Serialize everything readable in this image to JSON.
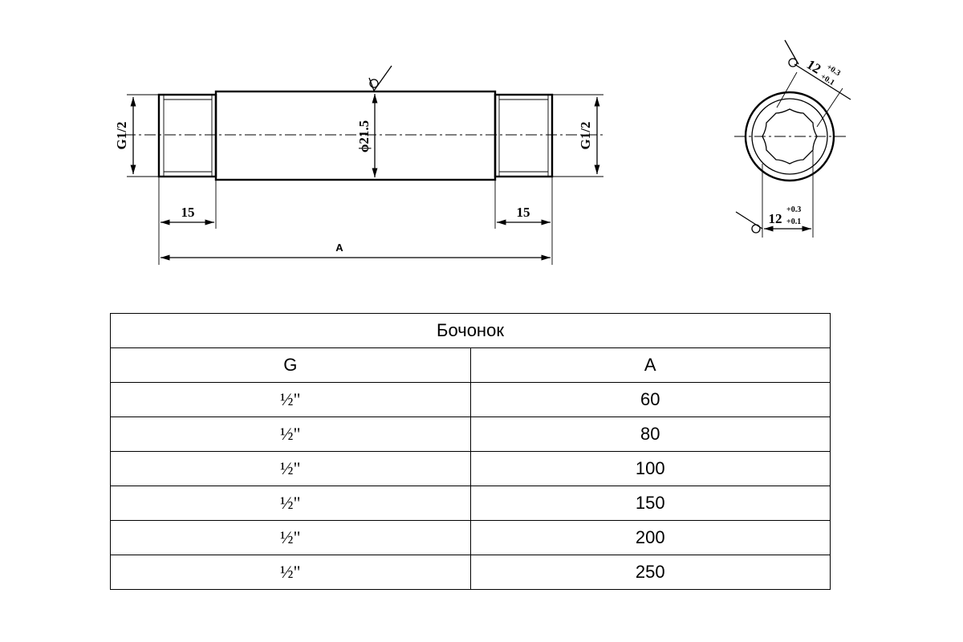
{
  "drawing": {
    "thread_left": "G1/2",
    "thread_right": "G1/2",
    "diameter": "ϕ21.5",
    "left_thread_length": "15",
    "right_thread_length": "15",
    "overall_length": "A",
    "wrench_size": "12",
    "tol_upper": "+0.3",
    "tol_lower": "+0.1"
  },
  "table": {
    "title": "Бочонок",
    "headers": [
      "G",
      "A"
    ],
    "rows": [
      [
        "½\"",
        "60"
      ],
      [
        "½\"",
        "80"
      ],
      [
        "½\"",
        "100"
      ],
      [
        "½\"",
        "150"
      ],
      [
        "½\"",
        "200"
      ],
      [
        "½\"",
        "250"
      ]
    ]
  }
}
